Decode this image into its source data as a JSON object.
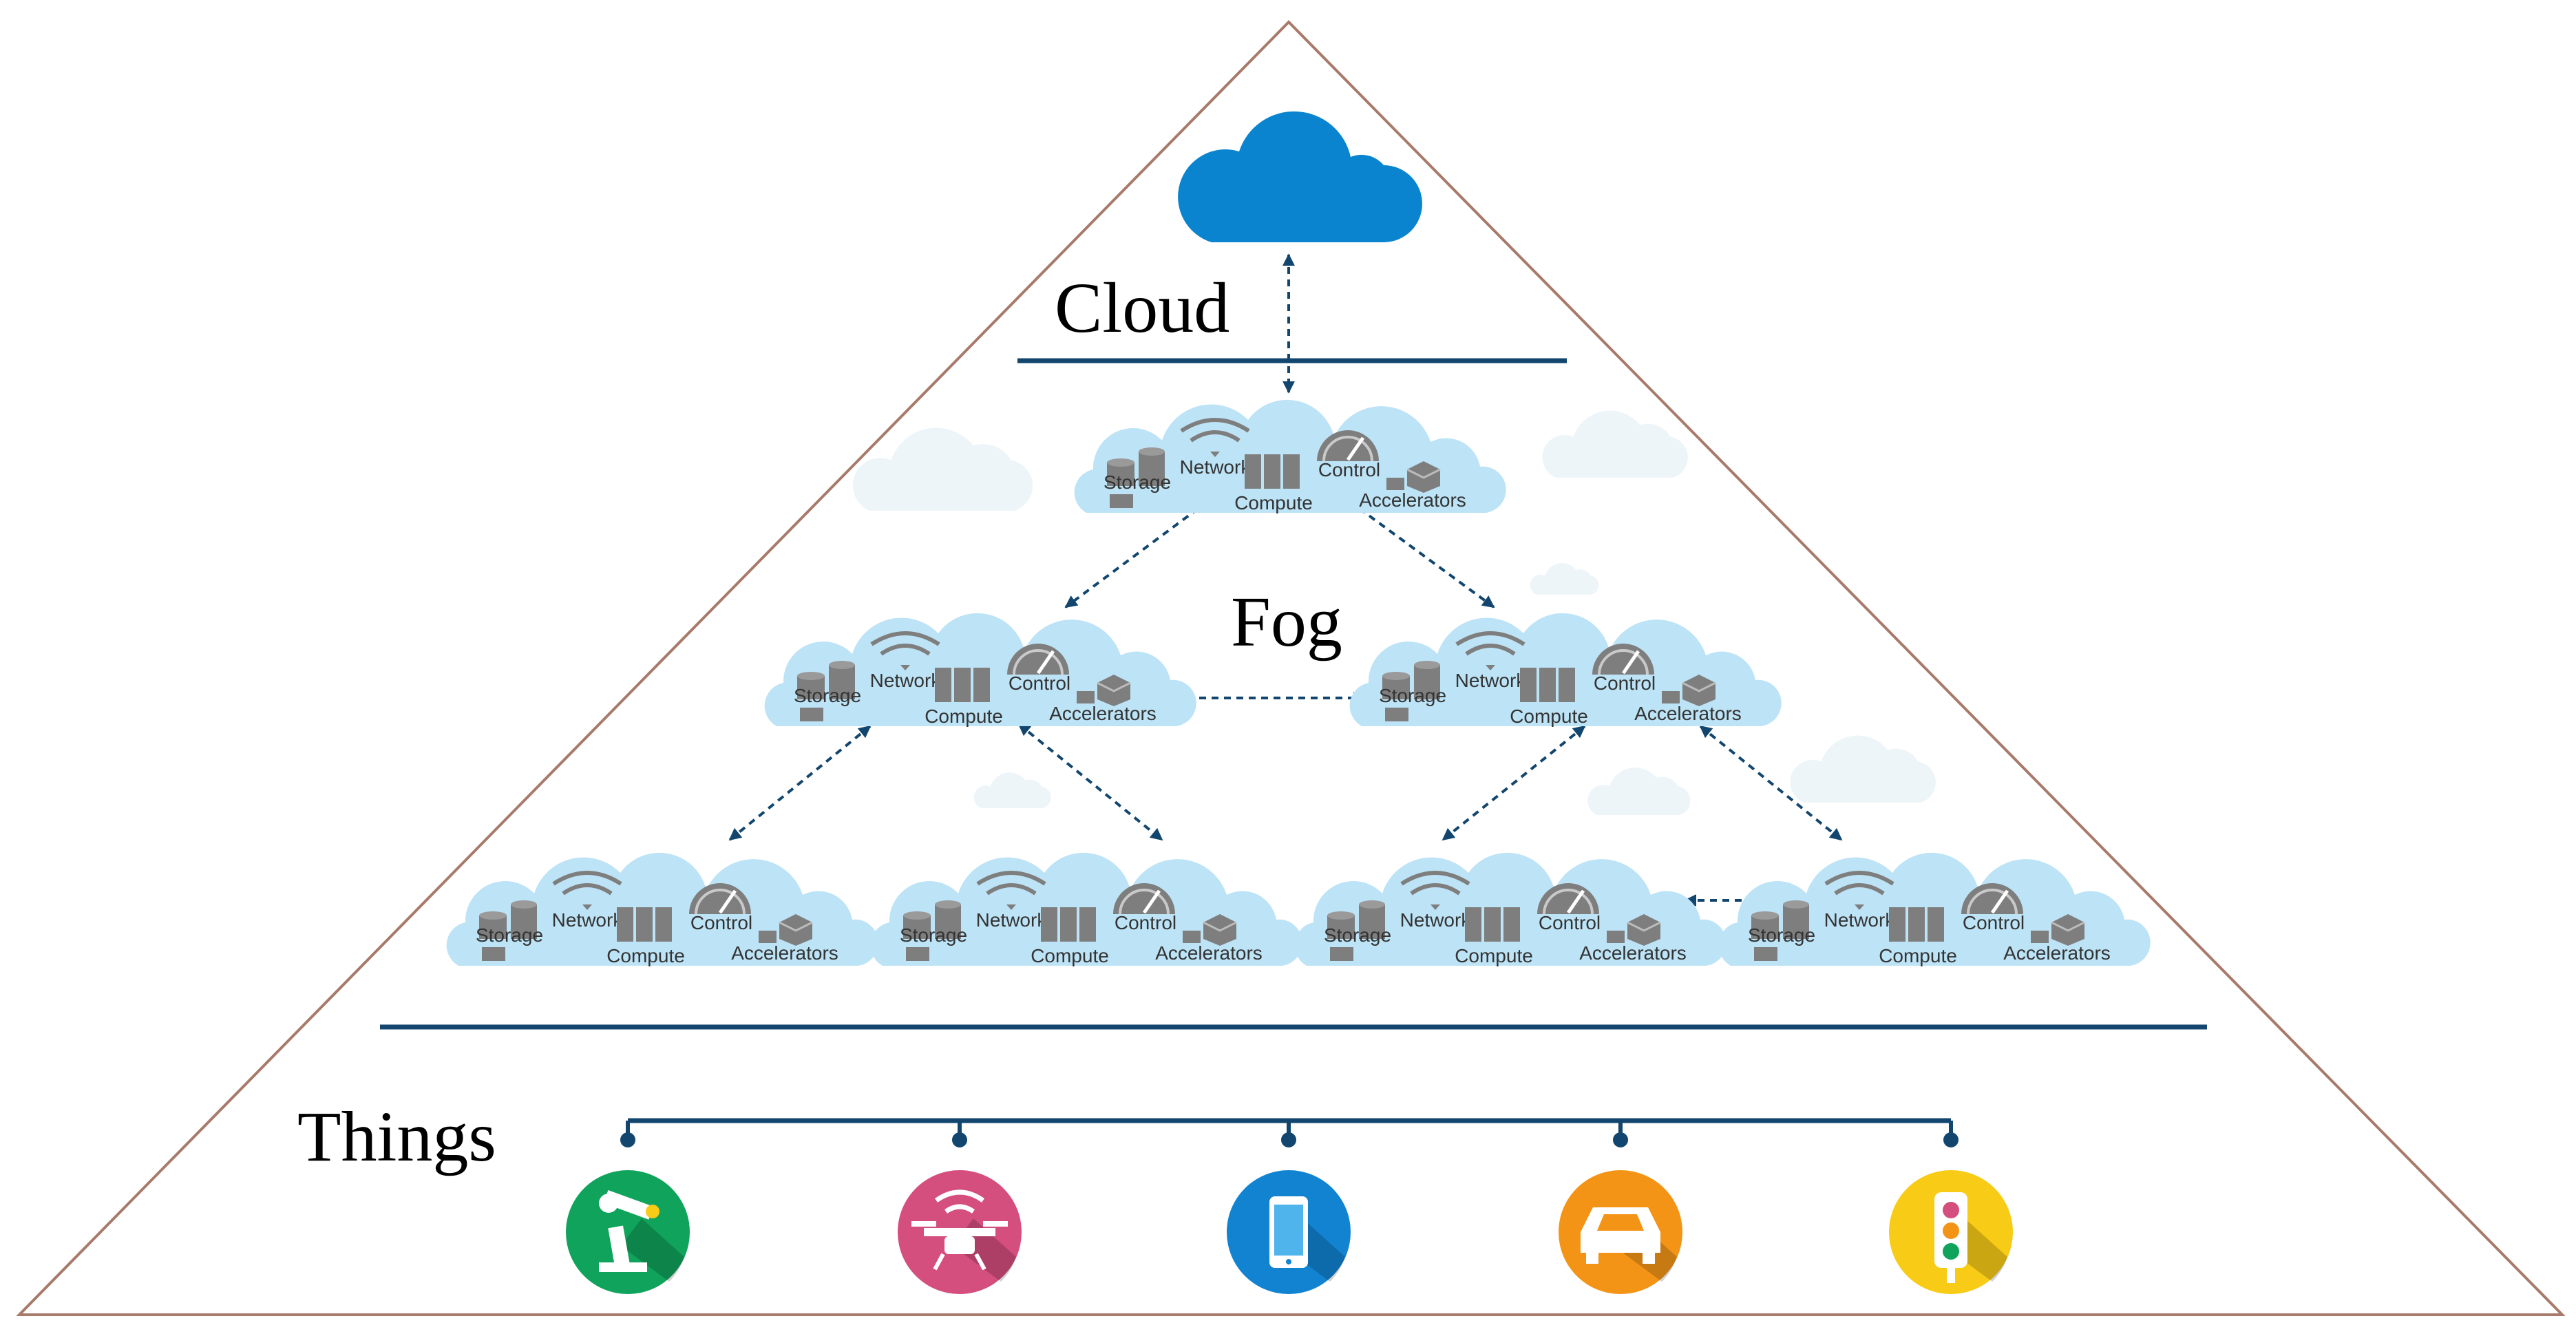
{
  "tiers": {
    "cloud": "Cloud",
    "fog": "Fog",
    "things": "Things"
  },
  "fog_node_labels": {
    "network": "Network",
    "control": "Control",
    "storage": "Storage",
    "compute": "Compute",
    "accelerators": "Accelerators"
  },
  "things": [
    {
      "name": "robot-arm",
      "icon": "robot-arm-icon",
      "color": "#10A35B"
    },
    {
      "name": "drone",
      "icon": "drone-icon",
      "color": "#D44E7E"
    },
    {
      "name": "smartphone",
      "icon": "smartphone-icon",
      "color": "#1283D1"
    },
    {
      "name": "car",
      "icon": "car-icon",
      "color": "#F39416"
    },
    {
      "name": "traffic-light",
      "icon": "traffic-light-icon",
      "color": "#F7CB16"
    }
  ],
  "colors": {
    "cloud": "#0A84CE",
    "fog_node": "#BDE3F6",
    "faint_cloud": "#EEF5F9",
    "line": "#12466E",
    "triangle": "#A77A6A",
    "icon_gray": "#7E7E7E"
  }
}
